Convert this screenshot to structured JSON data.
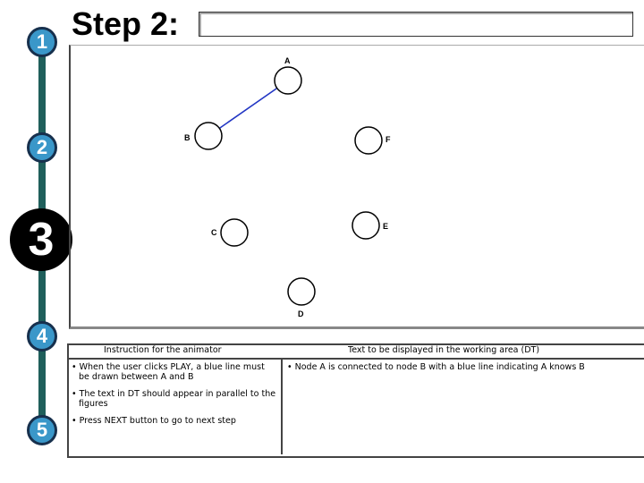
{
  "steps": {
    "items": [
      "1",
      "2",
      "3",
      "4",
      "5"
    ],
    "current": "3",
    "colors": {
      "rail": "#1f5f5b",
      "inactive": "#3a97c9",
      "active": "#000000"
    }
  },
  "header": {
    "title": "Step 2:"
  },
  "diagram": {
    "nodes": [
      {
        "id": "A",
        "label": "A"
      },
      {
        "id": "B",
        "label": "B"
      },
      {
        "id": "C",
        "label": "C"
      },
      {
        "id": "D",
        "label": "D"
      },
      {
        "id": "E",
        "label": "E"
      },
      {
        "id": "F",
        "label": "F"
      }
    ],
    "edges": [
      {
        "from": "A",
        "to": "B",
        "color": "#2236c4"
      }
    ]
  },
  "table": {
    "left_header": "Instruction for the animator",
    "right_header": "Text to be displayed in the working area (DT)",
    "left_items": [
      "• When the user clicks PLAY, a blue line must be drawn between A and B",
      "• The text in DT should appear in parallel to the figures",
      "• Press NEXT button to go to next step"
    ],
    "right_items": [
      "• Node A is connected to node B with a blue line indicating A knows B"
    ]
  }
}
